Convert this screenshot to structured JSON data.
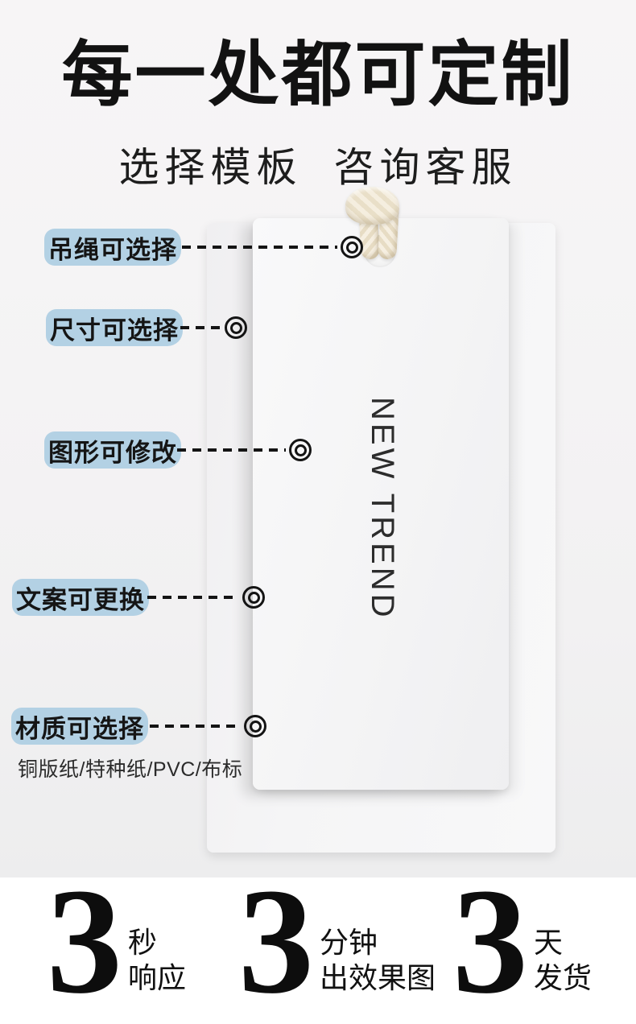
{
  "header": {
    "title": "每一处都可定制",
    "subtitle": "选择模板  咨询客服"
  },
  "tag": {
    "front_text": "NEW TREND"
  },
  "callouts": [
    {
      "label": "吊绳可选择"
    },
    {
      "label": "尺寸可选择"
    },
    {
      "label": "图形可修改"
    },
    {
      "label": "文案可更换"
    },
    {
      "label": "材质可选择",
      "note": "铜版纸/特种纸/PVC/布标"
    }
  ],
  "stats": [
    {
      "number": "3",
      "unit": "秒",
      "desc": "响应"
    },
    {
      "number": "3",
      "unit": "分钟",
      "desc": "出效果图"
    },
    {
      "number": "3",
      "unit": "天",
      "desc": "发货"
    }
  ],
  "colors": {
    "label_bg": "#b3d1e4",
    "text": "#141414",
    "page_bg": "#f5f4f5",
    "rope": "#ece2cd"
  }
}
